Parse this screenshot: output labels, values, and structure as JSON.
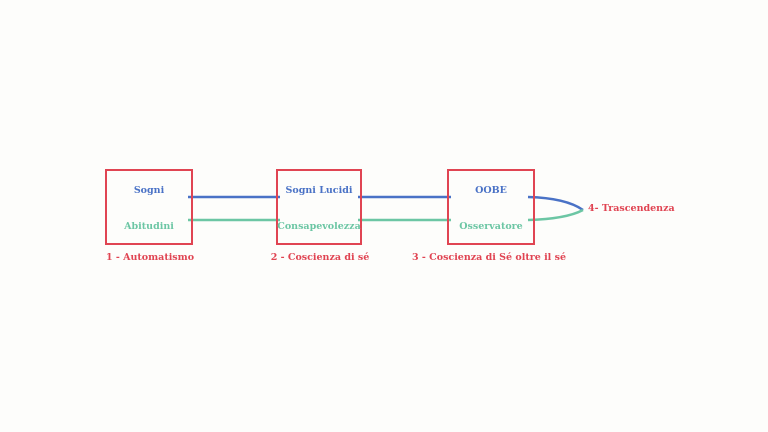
{
  "colors": {
    "box_border": "#e04452",
    "dream_line": "#4a72c6",
    "awareness_line": "#6cc6a4",
    "caption": "#e04452",
    "background": "#fdfdfb"
  },
  "stages": [
    {
      "top_label": "Sogni",
      "bottom_label": "Abitudini",
      "caption": "1 - Automatismo"
    },
    {
      "top_label": "Sogni Lucidi",
      "bottom_label": "Consapevolezza",
      "caption": "2 - Coscienza di sé"
    },
    {
      "top_label": "OOBE",
      "bottom_label": "Osservatore",
      "caption": "3 - Coscienza di Sé oltre il sé"
    }
  ],
  "final_stage": {
    "label": "4- Trascendenza"
  }
}
